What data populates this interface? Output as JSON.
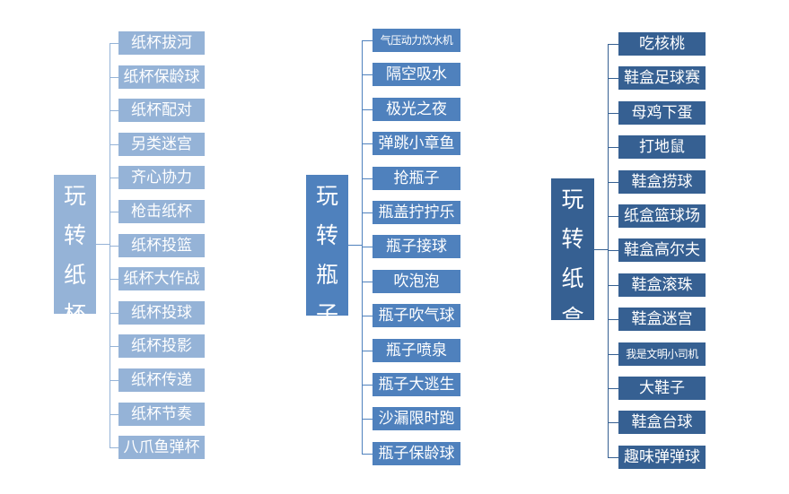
{
  "groups": [
    {
      "title": "玩转纸杯",
      "color": "#95b3d7",
      "leaf_color": "#95b3d7",
      "line_color": "#95b3d7",
      "items": [
        "纸杯拔河",
        "纸杯保龄球",
        "纸杯配对",
        "另类迷宫",
        "齐心协力",
        "枪击纸杯",
        "纸杯投篮",
        "纸杯大作战",
        "纸杯投球",
        "纸杯投影",
        "纸杯传递",
        "纸杯节奏",
        "八爪鱼弹杯"
      ]
    },
    {
      "title": "玩转瓶子",
      "color": "#4f81bd",
      "leaf_color": "#4f81bd",
      "line_color": "#4f81bd",
      "items": [
        "气压动力饮水机",
        "隔空吸水",
        "极光之夜",
        "弹跳小章鱼",
        "抢瓶子",
        "瓶盖拧拧乐",
        "瓶子接球",
        "吹泡泡",
        "瓶子吹气球",
        "瓶子喷泉",
        "瓶子大逃生",
        "沙漏限时跑",
        "瓶子保龄球"
      ]
    },
    {
      "title": "玩转纸盒",
      "color": "#366092",
      "leaf_color": "#366092",
      "line_color": "#366092",
      "items": [
        "吃核桃",
        "鞋盒足球赛",
        "母鸡下蛋",
        "打地鼠",
        "鞋盒捞球",
        "纸盒篮球场",
        "鞋盒高尔夫",
        "鞋盒滚珠",
        "鞋盒迷宫",
        "我是文明小司机",
        "大鞋子",
        "鞋盒台球",
        "趣味弹弹球"
      ]
    }
  ]
}
